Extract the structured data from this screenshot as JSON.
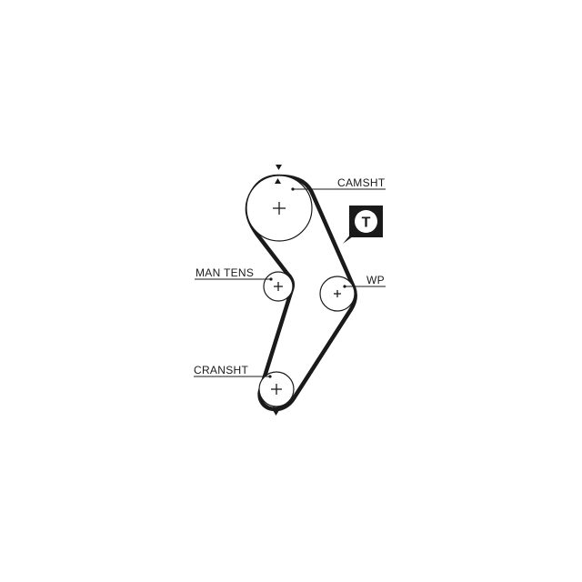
{
  "labels": {
    "camshaft": "CAMSHT",
    "manual_tensioner": "MAN TENS",
    "water_pump": "WP",
    "crankshaft": "CRANSHT"
  },
  "tensioner_badge": {
    "letter": "T",
    "icon": "tensioner-T-badge-icon"
  },
  "colors": {
    "line": "#1a1a1a",
    "background": "#ffffff",
    "badge_bg": "#1a1a1a",
    "badge_fg": "#ffffff"
  }
}
